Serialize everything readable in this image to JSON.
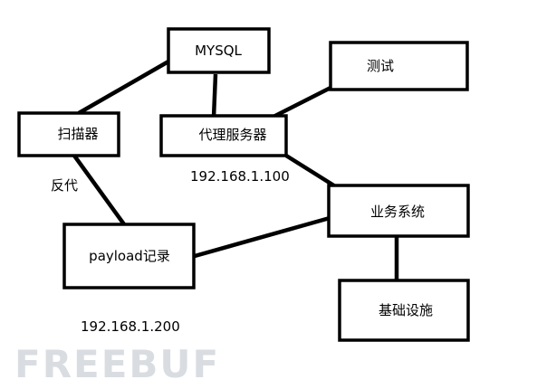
{
  "nodes": {
    "mysql": {
      "label": "MYSQL"
    },
    "test": {
      "label": "测试"
    },
    "scanner": {
      "label": "扫描器"
    },
    "proxy": {
      "label": "代理服务器"
    },
    "business": {
      "label": "业务系统"
    },
    "payload": {
      "label": "payload记录"
    },
    "infra": {
      "label": "基础设施"
    }
  },
  "labels": {
    "reverse": "反代",
    "proxy_ip": "192.168.1.100",
    "payload_ip": "192.168.1.200"
  },
  "watermark": "FREEBUF"
}
